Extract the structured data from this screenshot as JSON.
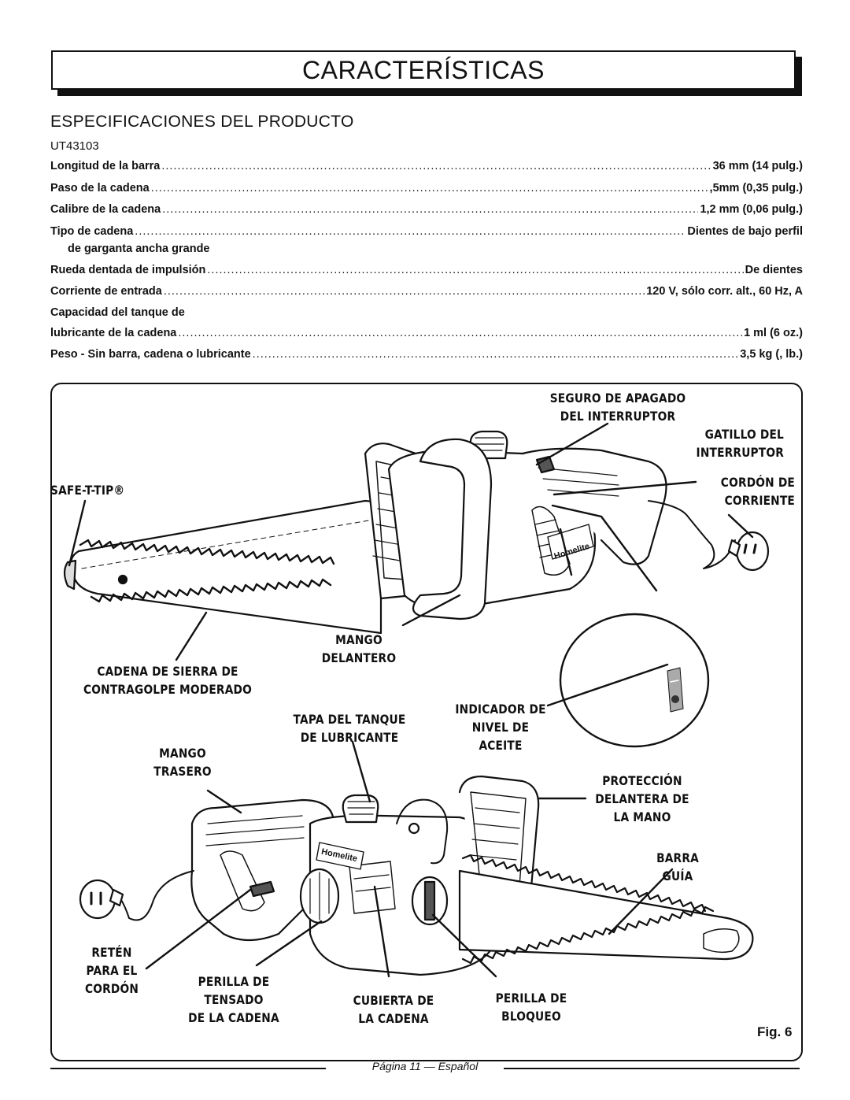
{
  "title": "CARACTERÍSTICAS",
  "section_title": "ESPECIFICACIONES DEL PRODUCTO",
  "model": "UT43103",
  "specs": [
    {
      "label": "Longitud de la barra",
      "value": "36 mm (14 pulg.)"
    },
    {
      "label": "Paso de la cadena",
      "value": ",5mm (0,35 pulg.)"
    },
    {
      "label": "Calibre de la cadena",
      "value": "1,2 mm (0,06 pulg.)"
    },
    {
      "label": "Tipo de cadena",
      "value": "Dientes de bajo perfil"
    },
    {
      "label": "Rueda dentada de impulsión",
      "value": "De dientes"
    },
    {
      "label": "Corriente de entrada",
      "value": "120 V, sólo corr. alt., 60 Hz, A"
    },
    {
      "label": "lubricante de la cadena",
      "value": "1 ml (6 oz.)"
    },
    {
      "label": "Peso - Sin barra, cadena o lubricante",
      "value": "3,5 kg (, lb.)"
    }
  ],
  "spec_continuation": "de garganta ancha grande",
  "spec_lubricant_heading": "Capacidad del tanque de",
  "callouts": {
    "seguro": "SEGURO DE APAGADO\nDEL INTERRUPTOR",
    "gatillo": "GATILLO DEL\nINTERRUPTOR",
    "safe_t_tip": "SAFE-T-TIP®",
    "cordon": "CORDÓN DE\nCORRIENTE",
    "mango_delantero": "MANGO\nDELANTERO",
    "cadena_sierra": "CADENA DE SIERRA DE\nCONTRAGOLPE MODERADO",
    "tapa_tanque": "TAPA DEL TANQUE\nDE LUBRICANTE",
    "indicador": "INDICADOR DE\nNIVEL DE\nACEITE",
    "mango_trasero": "MANGO\nTRASERO",
    "proteccion": "PROTECCIÓN\nDELANTERA DE\nLA MANO",
    "barra_guia": "BARRA\nGUÍA",
    "reten": "RETÉN\nPARA EL\nCORDÓN",
    "perilla_tensado": "PERILLA DE\nTENSADO\nDE LA CADENA",
    "cubierta": "CUBIERTA DE\nLA CADENA",
    "perilla_bloqueo": "PERILLA DE\nBLOQUEO"
  },
  "brand_text": "Homelite",
  "figure_label": "Fig. 6",
  "footer": "Página 11 — Español"
}
